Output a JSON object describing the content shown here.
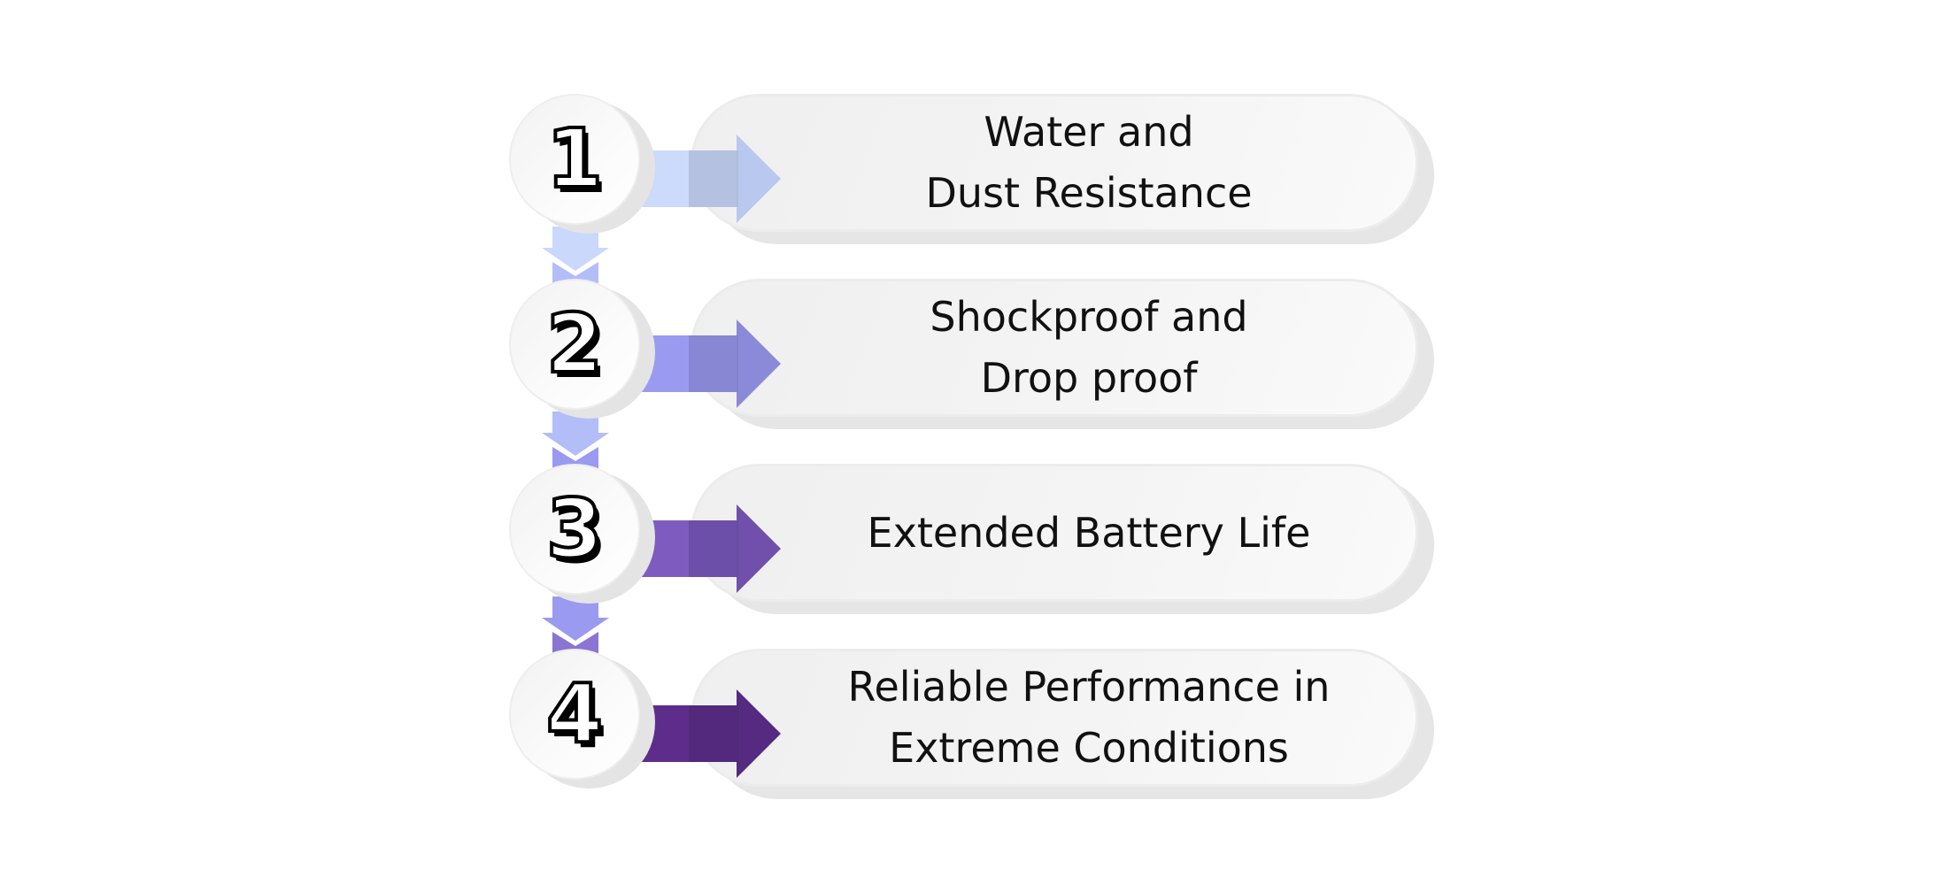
{
  "diagram": {
    "type": "numbered-steps-flow",
    "steps": [
      {
        "number": "1",
        "label": "Water and\nDust Resistance",
        "arrow_color": "#c9d8fb"
      },
      {
        "number": "2",
        "label": "Shockproof and\nDrop proof",
        "arrow_color": "#9a9af0"
      },
      {
        "number": "3",
        "label": "Extended Battery Life",
        "arrow_color": "#7e5cbf"
      },
      {
        "number": "4",
        "label": "Reliable Performance in\nExtreme Conditions",
        "arrow_color": "#5e2d8c"
      }
    ],
    "connectors": [
      {
        "from": "1",
        "to": "2",
        "top_color": "#c9d8fb",
        "bottom_color": "#b3bdf8"
      },
      {
        "from": "2",
        "to": "3",
        "top_color": "#b3bdf8",
        "bottom_color": "#9a9af0"
      },
      {
        "from": "3",
        "to": "4",
        "top_color": "#9a9af0",
        "bottom_color": "#8a74d4"
      }
    ]
  }
}
